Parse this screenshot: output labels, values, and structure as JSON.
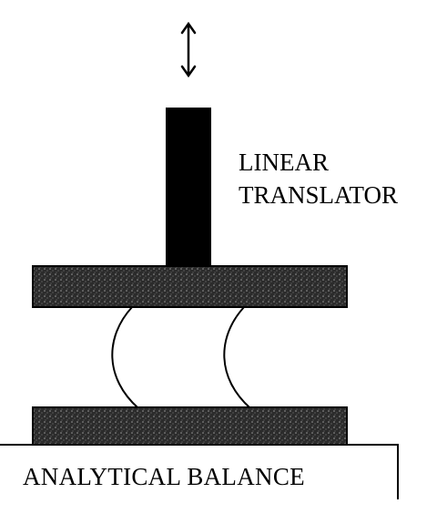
{
  "labels": {
    "translator_line1": "LINEAR",
    "translator_line2": "TRANSLATOR",
    "balance": "ANALYTICAL BALANCE"
  },
  "colors": {
    "ink": "#000000",
    "plate_fill": "#2b2b2b",
    "plate_texture": "#9a9a9a",
    "background": "#ffffff"
  },
  "icons": {
    "motion_indicator": "double-headed-vertical-arrow"
  }
}
